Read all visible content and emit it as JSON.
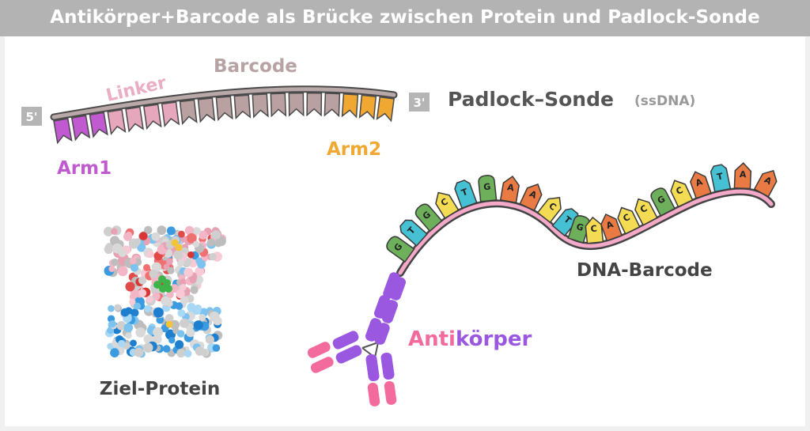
{
  "title": "Antikörper+Barcode als Brücke zwischen Protein und Padlock-Sonde",
  "padlock": {
    "five_prime": "5'",
    "three_prime": "3'",
    "name": "Padlock–Sonde",
    "type": "(ssDNA)",
    "linker": "Linker",
    "barcode": "Barcode",
    "arm1": "Arm1",
    "arm2": "Arm2"
  },
  "protein": {
    "label": "Ziel-Protein"
  },
  "dna_barcode": {
    "label": "DNA-Barcode",
    "sequence": [
      "G",
      "T",
      "G",
      "C",
      "T",
      "G",
      "A",
      "A",
      "C",
      "T",
      "G",
      "C",
      "A",
      "C",
      "C",
      "G",
      "C",
      "A",
      "T",
      "A",
      "A"
    ]
  },
  "antibody": {
    "label_part1": "Anti",
    "label_part2": "körper"
  },
  "colors": {
    "arm1": "#c15ad0",
    "linker": "#e6a7bd",
    "barcode": "#b9a1a1",
    "arm2": "#f0a833",
    "G": "#6daf5a",
    "T": "#46c0d3",
    "C": "#f3dc53",
    "A": "#ea7a44",
    "antibody": "#9a58e0",
    "antibody_tip": "#f36b9d",
    "strand": "#f5a9c9"
  }
}
